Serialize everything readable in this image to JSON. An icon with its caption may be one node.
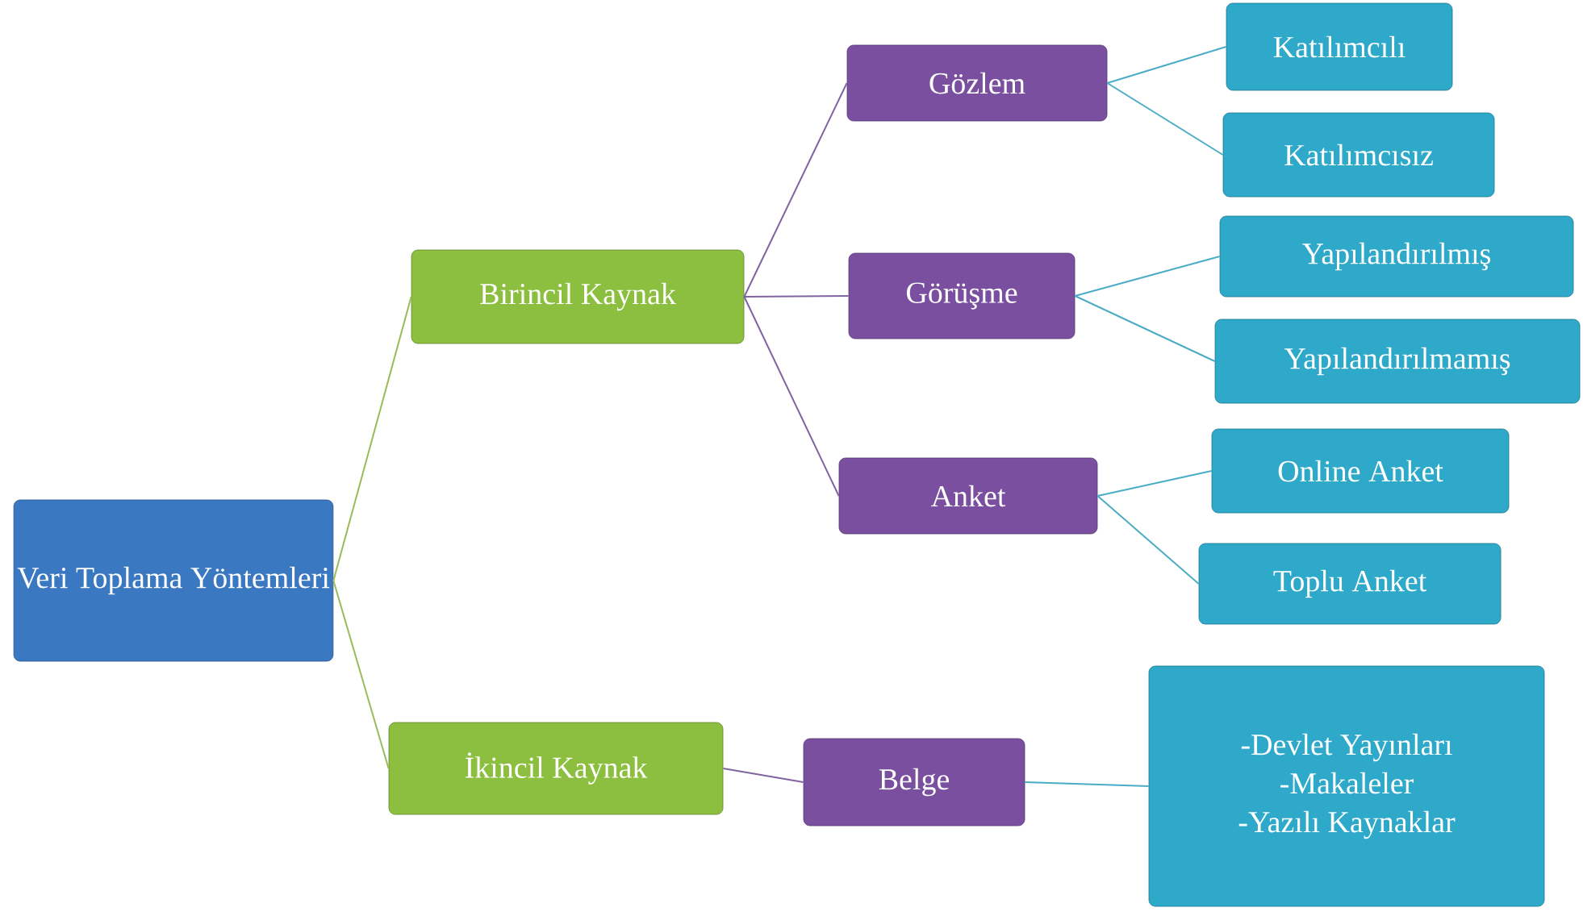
{
  "diagram": {
    "nodes": [
      {
        "text": [
          "Veri Toplama Yöntemleri"
        ]
      },
      {
        "text": [
          "Birincil Kaynak"
        ]
      },
      {
        "text": [
          "İkincil Kaynak"
        ]
      },
      {
        "text": [
          "Gözlem"
        ]
      },
      {
        "text": [
          "Görüşme"
        ]
      },
      {
        "text": [
          "Anket"
        ]
      },
      {
        "text": [
          "Belge"
        ]
      },
      {
        "text": [
          "Katılımcılı"
        ]
      },
      {
        "text": [
          "Katılımcısız"
        ]
      },
      {
        "text": [
          "Yapılandırılmış"
        ]
      },
      {
        "text": [
          "Yapılandırılmamış"
        ]
      },
      {
        "text": [
          "Online Anket"
        ]
      },
      {
        "text": [
          "Toplu Anket"
        ]
      },
      {
        "text": [
          "-Devlet Yayınları",
          "-Makaleler",
          "-Yazılı Kaynaklar"
        ]
      }
    ],
    "edges": [
      {
        "from": 0,
        "to": 1,
        "arrow": "none",
        "color": "#9bbb59"
      },
      {
        "from": 0,
        "to": 2,
        "arrow": "none",
        "color": "#9bbb59"
      },
      {
        "from": 1,
        "to": 3,
        "arrow": "none",
        "color": "#8064a2"
      },
      {
        "from": 1,
        "to": 4,
        "arrow": "none",
        "color": "#8064a2"
      },
      {
        "from": 1,
        "to": 5,
        "arrow": "none",
        "color": "#8064a2"
      },
      {
        "from": 2,
        "to": 6,
        "arrow": "none",
        "color": "#8064a2"
      },
      {
        "from": 3,
        "to": 7,
        "arrow": "none"
      },
      {
        "from": 3,
        "to": 8,
        "arrow": "none"
      },
      {
        "from": 4,
        "to": 9,
        "arrow": "none"
      },
      {
        "from": 4,
        "to": 10,
        "arrow": "none"
      },
      {
        "from": 5,
        "to": 11,
        "arrow": "none"
      },
      {
        "from": 5,
        "to": 12,
        "arrow": "none"
      },
      {
        "from": 6,
        "to": 13,
        "arrow": "none"
      }
    ]
  }
}
